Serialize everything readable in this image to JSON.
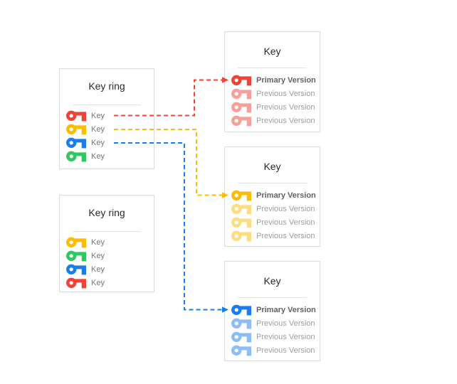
{
  "colors": {
    "red": "#EE4437",
    "yellow": "#FBBC05",
    "blue": "#1B7DEB",
    "green": "#2EC95E"
  },
  "key_rings": [
    {
      "title": "Key ring",
      "keys": [
        {
          "color": "red",
          "label": "Key"
        },
        {
          "color": "yellow",
          "label": "Key"
        },
        {
          "color": "blue",
          "label": "Key"
        },
        {
          "color": "green",
          "label": "Key"
        }
      ]
    },
    {
      "title": "Key ring",
      "keys": [
        {
          "color": "yellow",
          "label": "Key"
        },
        {
          "color": "green",
          "label": "Key"
        },
        {
          "color": "blue",
          "label": "Key"
        },
        {
          "color": "red",
          "label": "Key"
        }
      ]
    }
  ],
  "key_boxes": [
    {
      "title": "Key",
      "color": "red",
      "versions": [
        {
          "label": "Primary Version",
          "state": "primary"
        },
        {
          "label": "Previous Version",
          "state": "previous"
        },
        {
          "label": "Previous Version",
          "state": "previous"
        },
        {
          "label": "Previous Version",
          "state": "previous"
        }
      ]
    },
    {
      "title": "Key",
      "color": "yellow",
      "versions": [
        {
          "label": "Primary Version",
          "state": "primary"
        },
        {
          "label": "Previous Version",
          "state": "previous"
        },
        {
          "label": "Previous Version",
          "state": "previous"
        },
        {
          "label": "Previous Version",
          "state": "previous"
        }
      ]
    },
    {
      "title": "Key",
      "color": "blue",
      "versions": [
        {
          "label": "Primary Version",
          "state": "primary"
        },
        {
          "label": "Previous Version",
          "state": "previous"
        },
        {
          "label": "Previous Version",
          "state": "previous"
        },
        {
          "label": "Previous Version",
          "state": "previous"
        }
      ]
    }
  ],
  "connectors": [
    {
      "color": "red",
      "style": "dashed",
      "from": "Key ring 1 / red Key",
      "to": "red Key / Primary Version"
    },
    {
      "color": "yellow",
      "style": "dashed",
      "from": "Key ring 1 / yellow Key",
      "to": "yellow Key / Primary Version"
    },
    {
      "color": "blue",
      "style": "dashed",
      "from": "Key ring 1 / blue Key",
      "to": "blue Key / Primary Version"
    }
  ]
}
